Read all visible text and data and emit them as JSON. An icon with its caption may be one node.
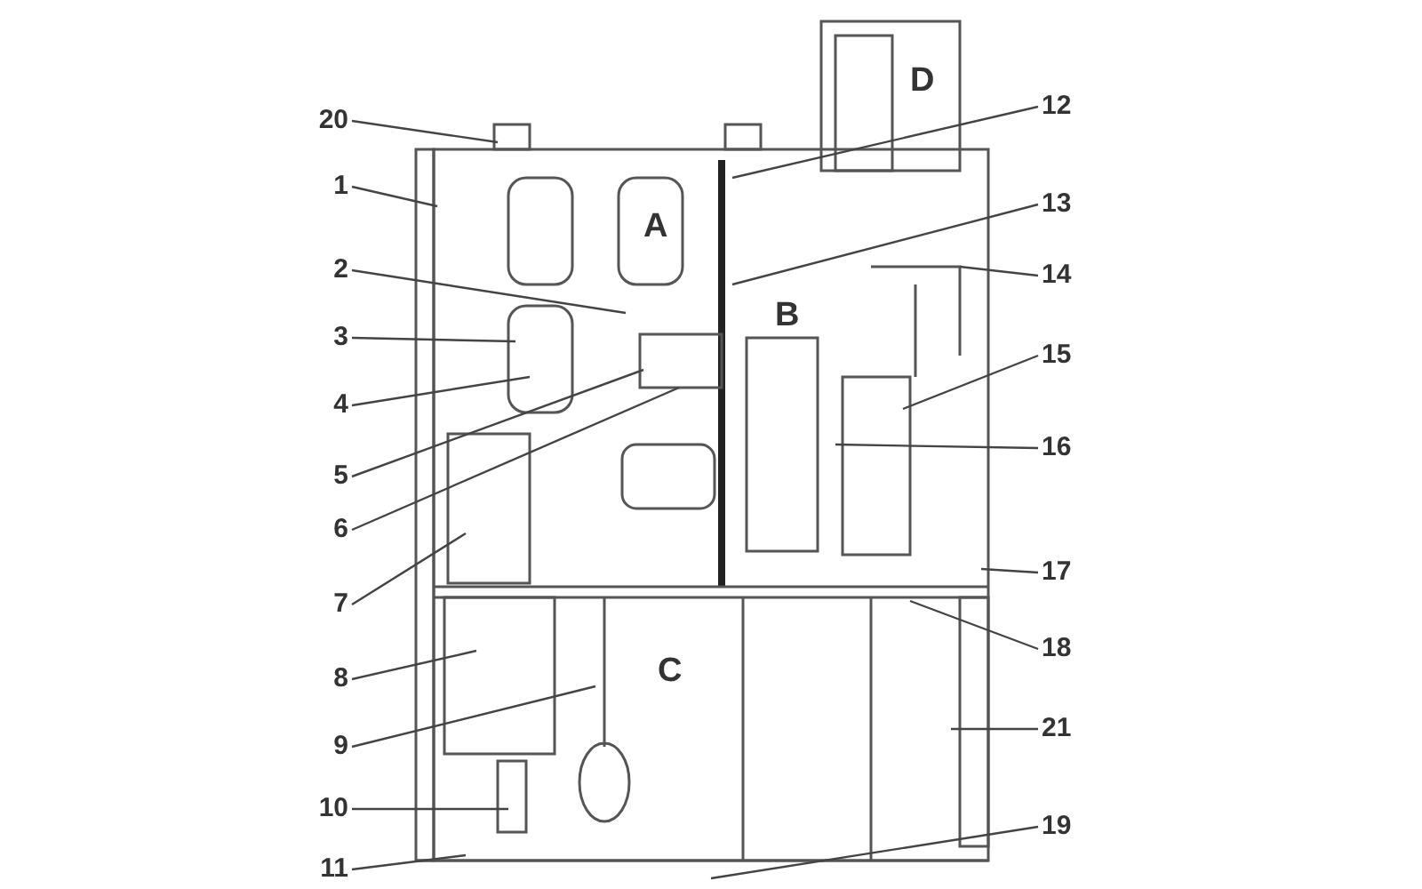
{
  "diagram": {
    "nodes": [
      {
        "text": [
          "20"
        ]
      },
      {
        "text": [
          "1"
        ]
      },
      {
        "text": [
          "2"
        ]
      },
      {
        "text": [
          "3"
        ]
      },
      {
        "text": [
          "4"
        ]
      },
      {
        "text": [
          "5"
        ]
      },
      {
        "text": [
          "6"
        ]
      },
      {
        "text": [
          "7"
        ]
      },
      {
        "text": [
          "8"
        ]
      },
      {
        "text": [
          "9"
        ]
      },
      {
        "text": [
          "10"
        ]
      },
      {
        "text": [
          "11"
        ]
      },
      {
        "text": [
          "12"
        ]
      },
      {
        "text": [
          "13"
        ]
      },
      {
        "text": [
          "14"
        ]
      },
      {
        "text": [
          "15"
        ]
      },
      {
        "text": [
          "16"
        ]
      },
      {
        "text": [
          "17"
        ]
      },
      {
        "text": [
          "18"
        ]
      },
      {
        "text": [
          "21"
        ]
      },
      {
        "text": [
          "19"
        ]
      }
    ],
    "edges": [
      {
        "from": 0,
        "to": null,
        "arrow": "none"
      },
      {
        "from": 1,
        "to": null,
        "arrow": "none"
      },
      {
        "from": 2,
        "to": null,
        "arrow": "none"
      },
      {
        "from": 3,
        "to": null,
        "arrow": "none"
      },
      {
        "from": 4,
        "to": null,
        "arrow": "none"
      },
      {
        "from": 5,
        "to": null,
        "arrow": "none"
      },
      {
        "from": 6,
        "to": null,
        "arrow": "none"
      },
      {
        "from": 7,
        "to": null,
        "arrow": "none"
      },
      {
        "from": 8,
        "to": null,
        "arrow": "none"
      },
      {
        "from": 9,
        "to": null,
        "arrow": "none"
      },
      {
        "from": 10,
        "to": null,
        "arrow": "none"
      },
      {
        "from": 11,
        "to": null,
        "arrow": "none"
      },
      {
        "from": 12,
        "to": null,
        "arrow": "none"
      },
      {
        "from": 13,
        "to": null,
        "arrow": "none"
      },
      {
        "from": 14,
        "to": null,
        "arrow": "none"
      },
      {
        "from": 15,
        "to": null,
        "arrow": "none"
      },
      {
        "from": 16,
        "to": null,
        "arrow": "none"
      },
      {
        "from": 17,
        "to": null,
        "arrow": "none"
      },
      {
        "from": 18,
        "to": null,
        "arrow": "none"
      },
      {
        "from": 19,
        "to": null,
        "arrow": "none"
      },
      {
        "from": 20,
        "to": null,
        "arrow": "none"
      }
    ],
    "labels": [
      "D",
      "A",
      "B",
      "C"
    ]
  }
}
